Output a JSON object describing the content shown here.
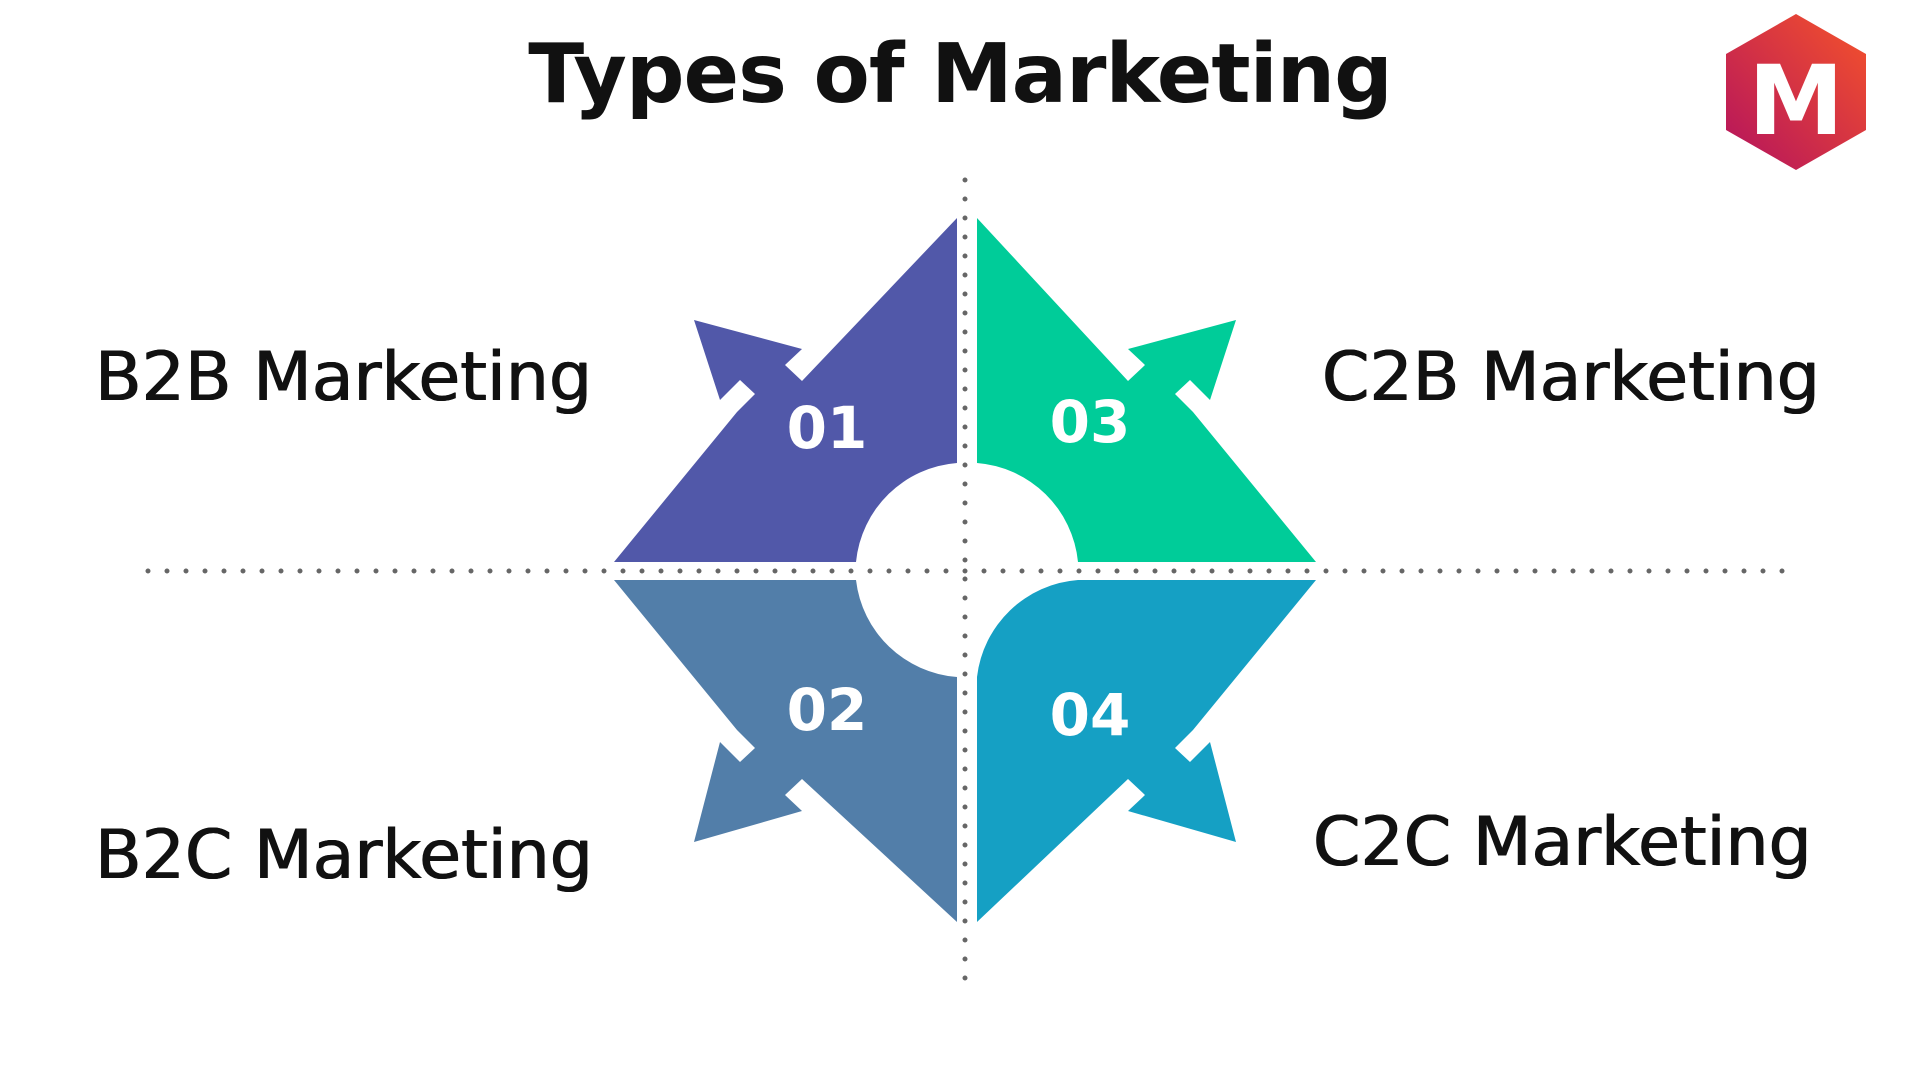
{
  "title": "Types of Marketing",
  "logo": {
    "letter": "M",
    "icon": "hexagon-m-logo-icon",
    "colors": [
      "#c2185b",
      "#f4512c"
    ]
  },
  "quadrants": [
    {
      "number": "01",
      "label": "B2B Marketing",
      "color": "#5158a9"
    },
    {
      "number": "02",
      "label": "B2C Marketing",
      "color": "#527ea9"
    },
    {
      "number": "03",
      "label": "C2B Marketing",
      "color": "#00cc99"
    },
    {
      "number": "04",
      "label": "C2C Marketing",
      "color": "#15a0c4"
    }
  ],
  "divider_color": "#666666"
}
